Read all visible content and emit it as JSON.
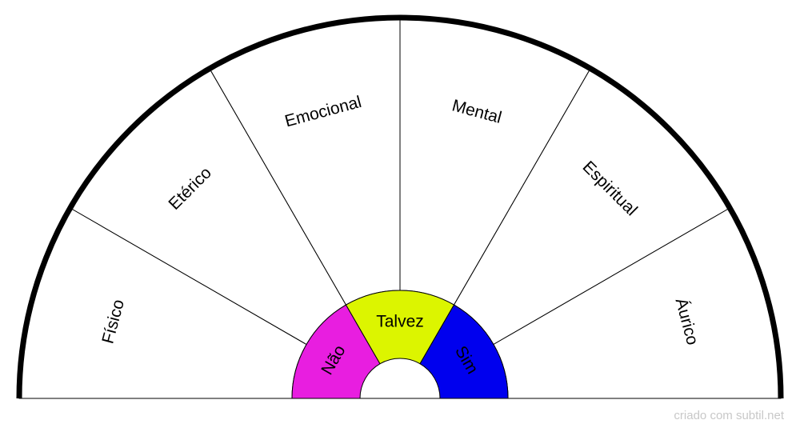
{
  "diagram": {
    "outer_segments": [
      {
        "label": "Físico"
      },
      {
        "label": "Etérico"
      },
      {
        "label": "Emocional"
      },
      {
        "label": "Mental"
      },
      {
        "label": "Espiritual"
      },
      {
        "label": "Áurico"
      }
    ],
    "inner_segments": [
      {
        "label": "Não",
        "color": "#e81ee0"
      },
      {
        "label": "Talvez",
        "color": "#dcf500"
      },
      {
        "label": "Sim",
        "color": "#0000ee"
      }
    ]
  },
  "credit": "criado com subtil.net"
}
